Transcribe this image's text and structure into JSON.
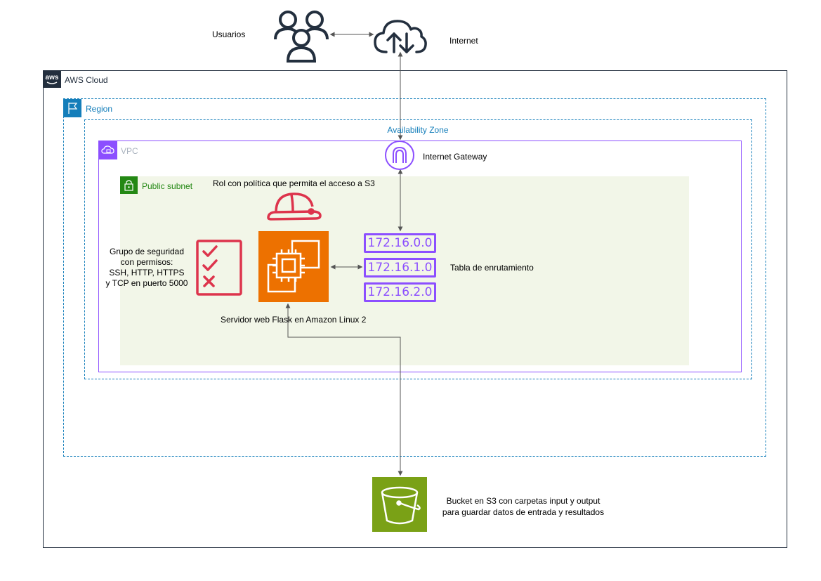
{
  "labels": {
    "users": "Usuarios",
    "internet": "Internet",
    "aws_cloud": "AWS Cloud",
    "region": "Region",
    "availability_zone": "Availability Zone",
    "vpc": "VPC",
    "public_subnet": "Public subnet",
    "internet_gateway": "Internet Gateway",
    "role": "Rol con política que permita el acceso a S3",
    "security_group": [
      "Grupo de seguridad",
      "con permisos:",
      "SSH, HTTP, HTTPS",
      "y TCP en puerto 5000"
    ],
    "server": "Servidor web Flask en Amazon Linux 2",
    "route_table": "Tabla de enrutamiento",
    "bucket": [
      "Bucket en S3 con carpetas input y output",
      "para guardar datos de entrada y resultados"
    ],
    "aws_logo": "aws"
  },
  "routes": [
    "172.16.0.0",
    "172.16.1.0",
    "172.16.2.0"
  ],
  "colors": {
    "cloud_border": "#232f3e",
    "region": "#147eba",
    "vpc": "#8c4fff",
    "subnet_text": "#248814",
    "subnet_fill": "#f2f6e8",
    "ec2": "#ed7100",
    "s3": "#7aa116",
    "security": "#dd344c",
    "connector": "#555555"
  },
  "icons": [
    "users-icon",
    "internet-cloud-icon",
    "aws-logo-icon",
    "region-flag-icon",
    "vpc-cloud-icon",
    "subnet-lock-icon",
    "internet-gateway-icon",
    "iam-role-helmet-icon",
    "security-group-checklist-icon",
    "ec2-instance-icon",
    "s3-bucket-icon"
  ]
}
